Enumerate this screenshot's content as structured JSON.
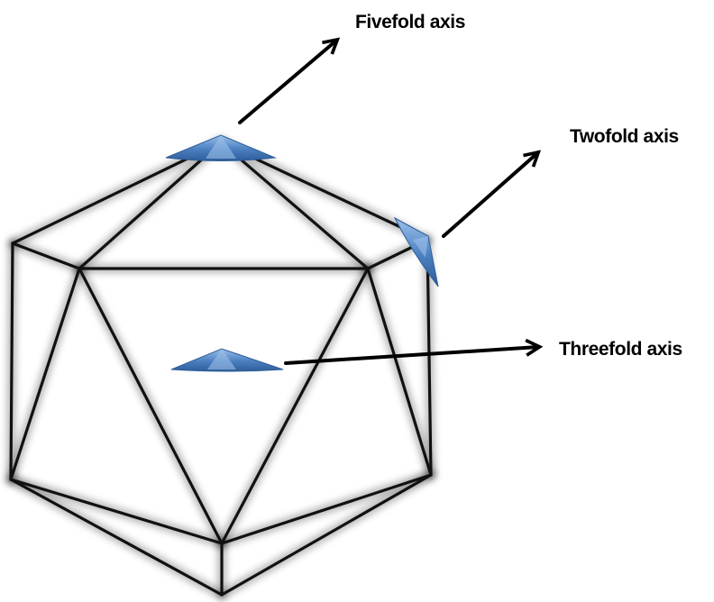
{
  "labels": {
    "fivefold": "Fivefold axis",
    "twofold": "Twofold axis",
    "threefold": "Threefold axis"
  },
  "colors": {
    "marker": "#4a7fc0",
    "marker_dark": "#2f5d9a",
    "marker_light": "#8fb4e3",
    "edge": "#111111",
    "arrow": "#000000"
  },
  "icons": {
    "fivefold_marker": "pentagon-axis-marker",
    "twofold_marker": "ellipse-axis-marker",
    "threefold_marker": "triangle-axis-marker"
  }
}
